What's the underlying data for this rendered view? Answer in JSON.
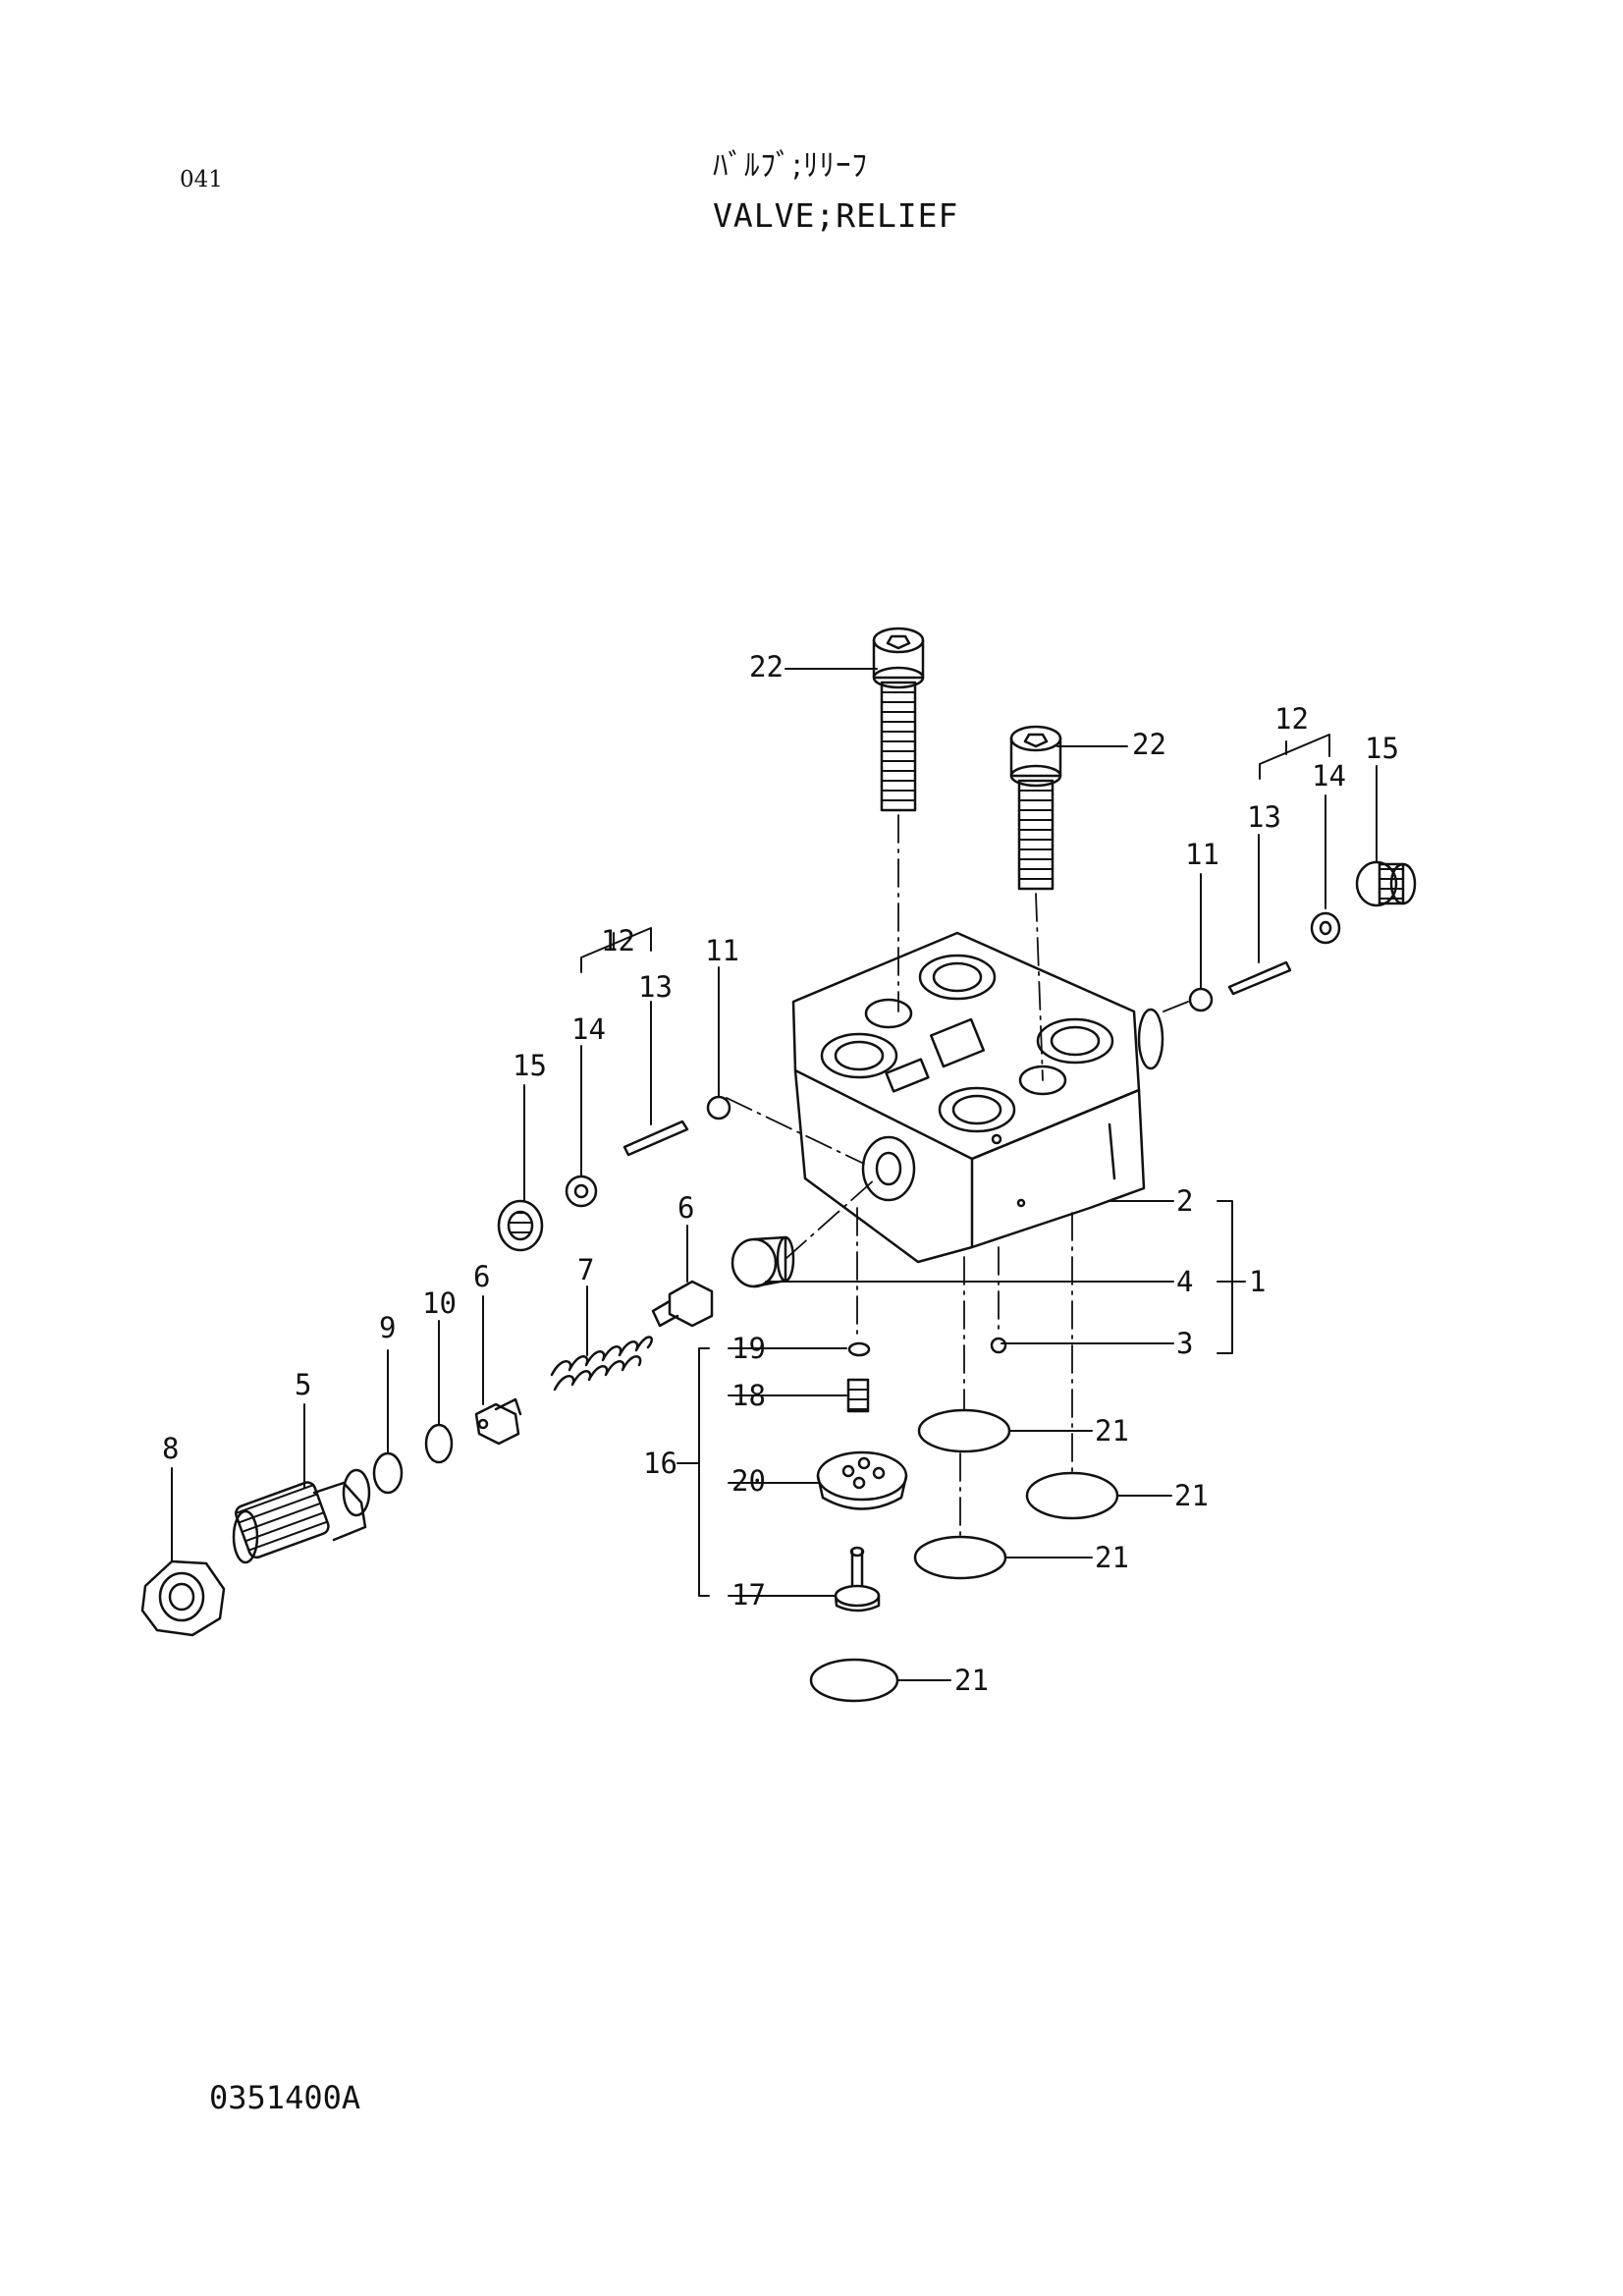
{
  "header": {
    "page_number": "041",
    "title_jp": "ﾊﾞﾙﾌﾞ;ﾘﾘｰﾌ",
    "title_en": "VALVE;RELIEF"
  },
  "footer": {
    "drawing_number": "0351400A"
  },
  "callouts": {
    "c1": "1",
    "c2": "2",
    "c3": "3",
    "c4": "4",
    "c5": "5",
    "c6a": "6",
    "c6b": "6",
    "c7": "7",
    "c8": "8",
    "c9": "9",
    "c10": "10",
    "c11a": "11",
    "c11b": "11",
    "c12a": "12",
    "c12b": "12",
    "c13a": "13",
    "c13b": "13",
    "c14a": "14",
    "c14b": "14",
    "c15a": "15",
    "c15b": "15",
    "c16": "16",
    "c17": "17",
    "c18": "18",
    "c19": "19",
    "c20": "20",
    "c21a": "21",
    "c21b": "21",
    "c21c": "21",
    "c21d": "21",
    "c22a": "22",
    "c22b": "22"
  }
}
